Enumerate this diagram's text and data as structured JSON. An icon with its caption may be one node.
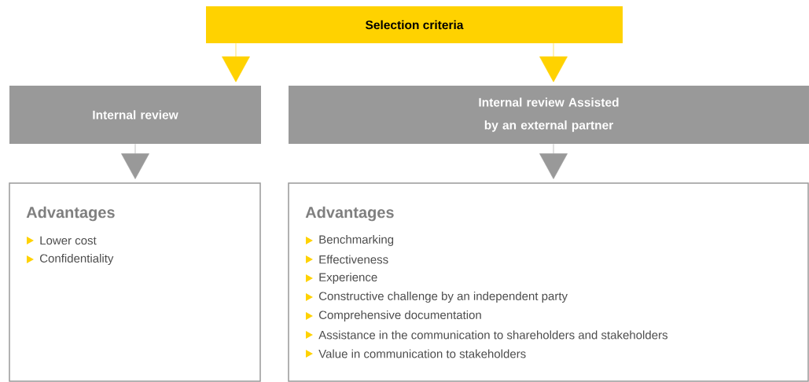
{
  "diagram": {
    "nodes": [
      {
        "text": [
          "Selection criteria"
        ]
      },
      {
        "text": [
          "Internal review"
        ]
      },
      {
        "text": [
          "Internal review Assisted by an external partner"
        ]
      },
      {
        "text": [
          "Advantages",
          "Lower cost",
          "Confidentiality"
        ]
      },
      {
        "text": [
          "Advantages",
          "Benchmarking",
          "Effectiveness",
          "Experience",
          "Constructive challenge by an independent party",
          "Comprehensive documentation",
          "Assistance in the communication to shareholders and stakeholders",
          "Value in communication to stakeholders"
        ]
      }
    ],
    "edges": [
      {
        "from": 0,
        "to": 1,
        "arrow": "to",
        "color": "#ffd200"
      },
      {
        "from": 0,
        "to": 2,
        "arrow": "to",
        "color": "#ffd200"
      },
      {
        "from": 1,
        "to": 3,
        "arrow": "to",
        "color": "#999999"
      },
      {
        "from": 2,
        "to": 4,
        "arrow": "to",
        "color": "#999999"
      }
    ]
  }
}
